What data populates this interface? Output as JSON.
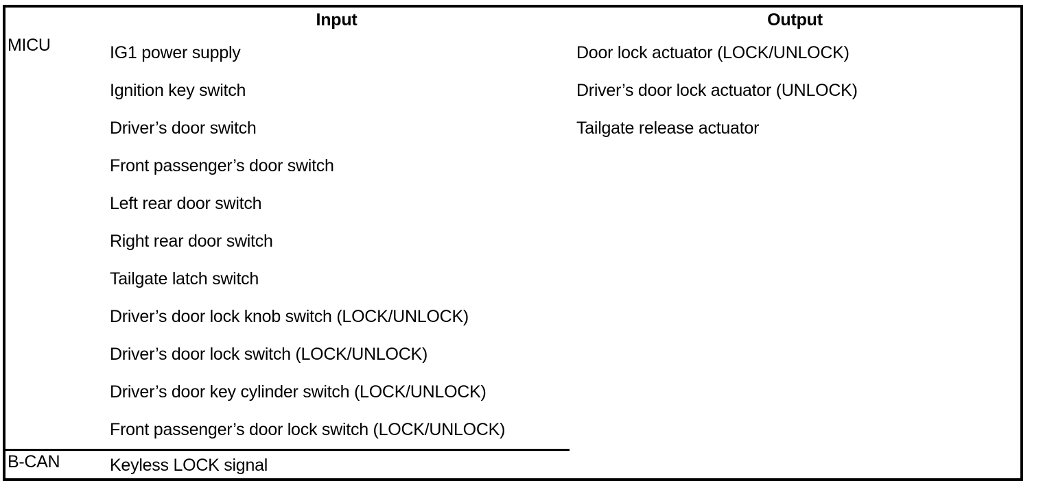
{
  "table": {
    "columns": {
      "ecu_header": "",
      "input_header": "Input",
      "output_header": "Output"
    },
    "rows": [
      {
        "ecu": "MICU",
        "inputs": [
          "IG1 power supply",
          "Ignition key switch",
          "Driver’s door switch",
          "Front passenger’s door switch",
          "Left rear door switch",
          "Right rear door switch",
          "Tailgate latch switch",
          "Driver’s door lock knob switch (LOCK/UNLOCK)",
          "Driver’s door lock switch (LOCK/UNLOCK)",
          "Driver’s door key cylinder switch (LOCK/UNLOCK)",
          "Front passenger’s door lock switch (LOCK/UNLOCK)"
        ]
      },
      {
        "ecu": "B-CAN",
        "inputs": [
          "Keyless LOCK signal"
        ]
      }
    ],
    "outputs": [
      "Door lock actuator (LOCK/UNLOCK)",
      "Driver’s door lock actuator (UNLOCK)",
      "Tailgate release actuator"
    ],
    "colors": {
      "border": "#000000",
      "text": "#000000",
      "background": "#ffffff"
    }
  }
}
